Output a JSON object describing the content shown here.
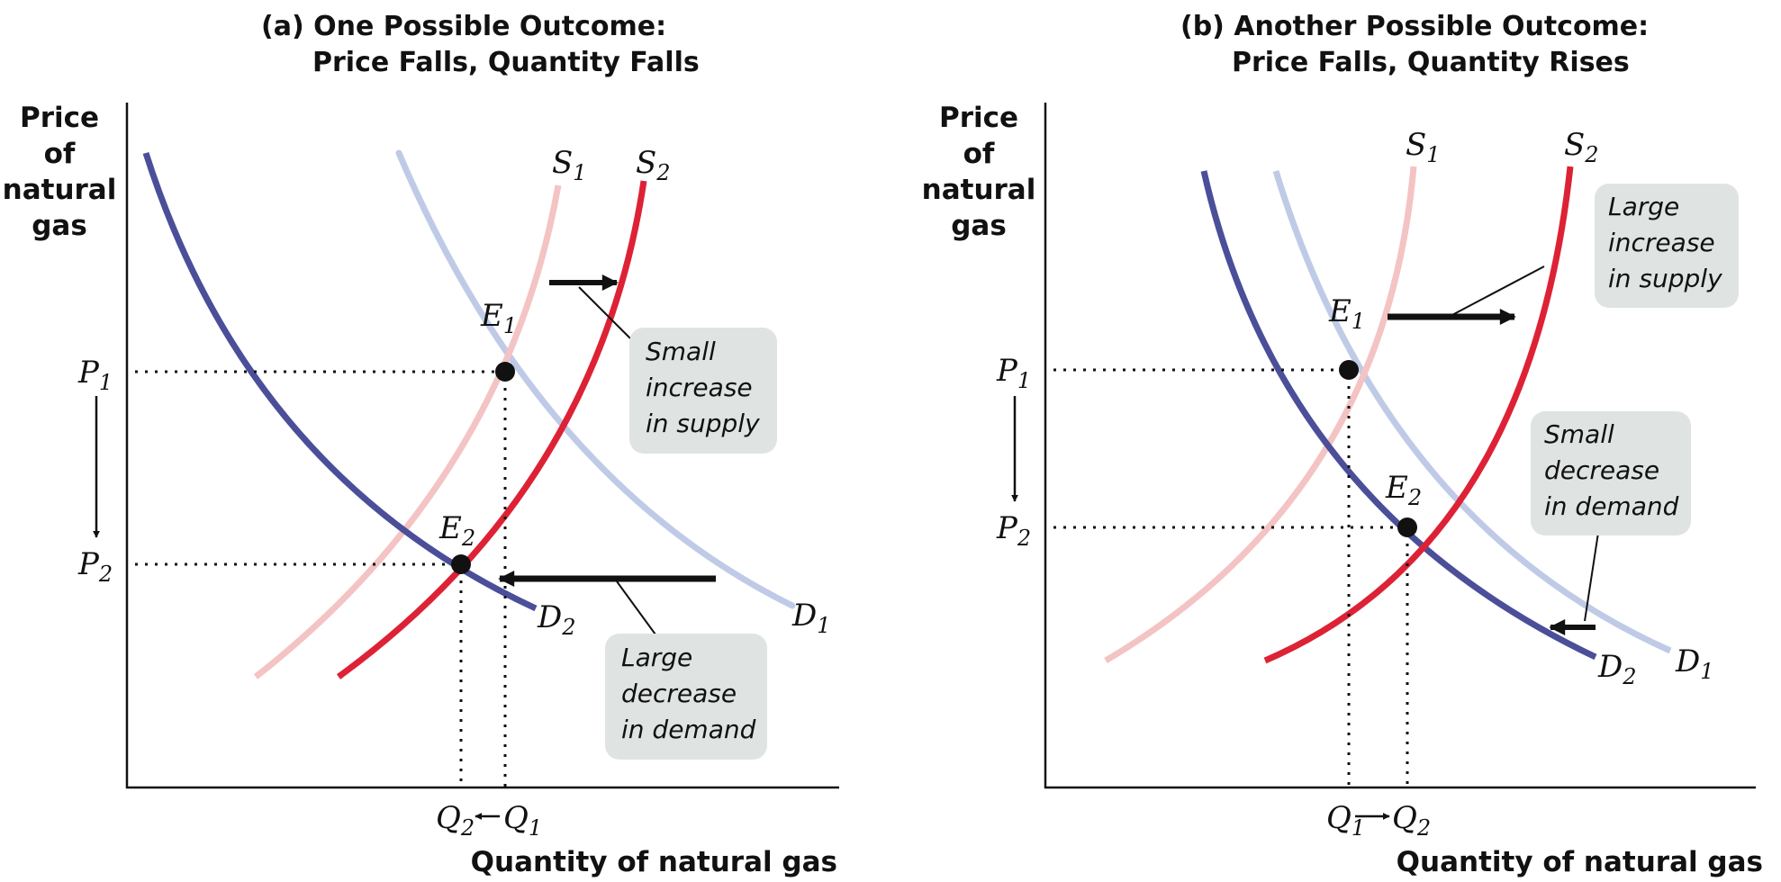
{
  "colors": {
    "demand_new": "#4b4f99",
    "demand_old": "#bfcbe6",
    "supply_new": "#dd2236",
    "supply_old": "#f4c3c3",
    "note_bg": "#dfe4e2"
  },
  "panel_a": {
    "title_line1": "(a) One Possible Outcome:",
    "title_line2": "Price Falls, Quantity Falls",
    "y_axis_title": [
      "Price",
      "of",
      "natural",
      "gas"
    ],
    "x_axis_title": "Quantity of natural gas",
    "curves": {
      "S1": {
        "letter": "S",
        "sub": "1"
      },
      "S2": {
        "letter": "S",
        "sub": "2"
      },
      "D1": {
        "letter": "D",
        "sub": "1"
      },
      "D2": {
        "letter": "D",
        "sub": "2"
      }
    },
    "points": {
      "E1": {
        "letter": "E",
        "sub": "1"
      },
      "E2": {
        "letter": "E",
        "sub": "2"
      }
    },
    "ticks": {
      "P1": {
        "letter": "P",
        "sub": "1"
      },
      "P2": {
        "letter": "P",
        "sub": "2"
      },
      "Q1": {
        "letter": "Q",
        "sub": "1"
      },
      "Q2": {
        "letter": "Q",
        "sub": "2"
      }
    },
    "notes": {
      "supply": [
        "Small",
        "increase",
        "in supply"
      ],
      "demand": [
        "Large",
        "decrease",
        "in demand"
      ]
    }
  },
  "panel_b": {
    "title_line1": "(b) Another Possible Outcome:",
    "title_line2": "Price Falls, Quantity Rises",
    "y_axis_title": [
      "Price",
      "of",
      "natural",
      "gas"
    ],
    "x_axis_title": "Quantity of natural gas",
    "curves": {
      "S1": {
        "letter": "S",
        "sub": "1"
      },
      "S2": {
        "letter": "S",
        "sub": "2"
      },
      "D1": {
        "letter": "D",
        "sub": "1"
      },
      "D2": {
        "letter": "D",
        "sub": "2"
      }
    },
    "points": {
      "E1": {
        "letter": "E",
        "sub": "1"
      },
      "E2": {
        "letter": "E",
        "sub": "2"
      }
    },
    "ticks": {
      "P1": {
        "letter": "P",
        "sub": "1"
      },
      "P2": {
        "letter": "P",
        "sub": "2"
      },
      "Q1": {
        "letter": "Q",
        "sub": "1"
      },
      "Q2": {
        "letter": "Q",
        "sub": "2"
      }
    },
    "notes": {
      "supply": [
        "Large",
        "increase",
        "in supply"
      ],
      "demand": [
        "Small",
        "decrease",
        "in demand"
      ]
    }
  }
}
